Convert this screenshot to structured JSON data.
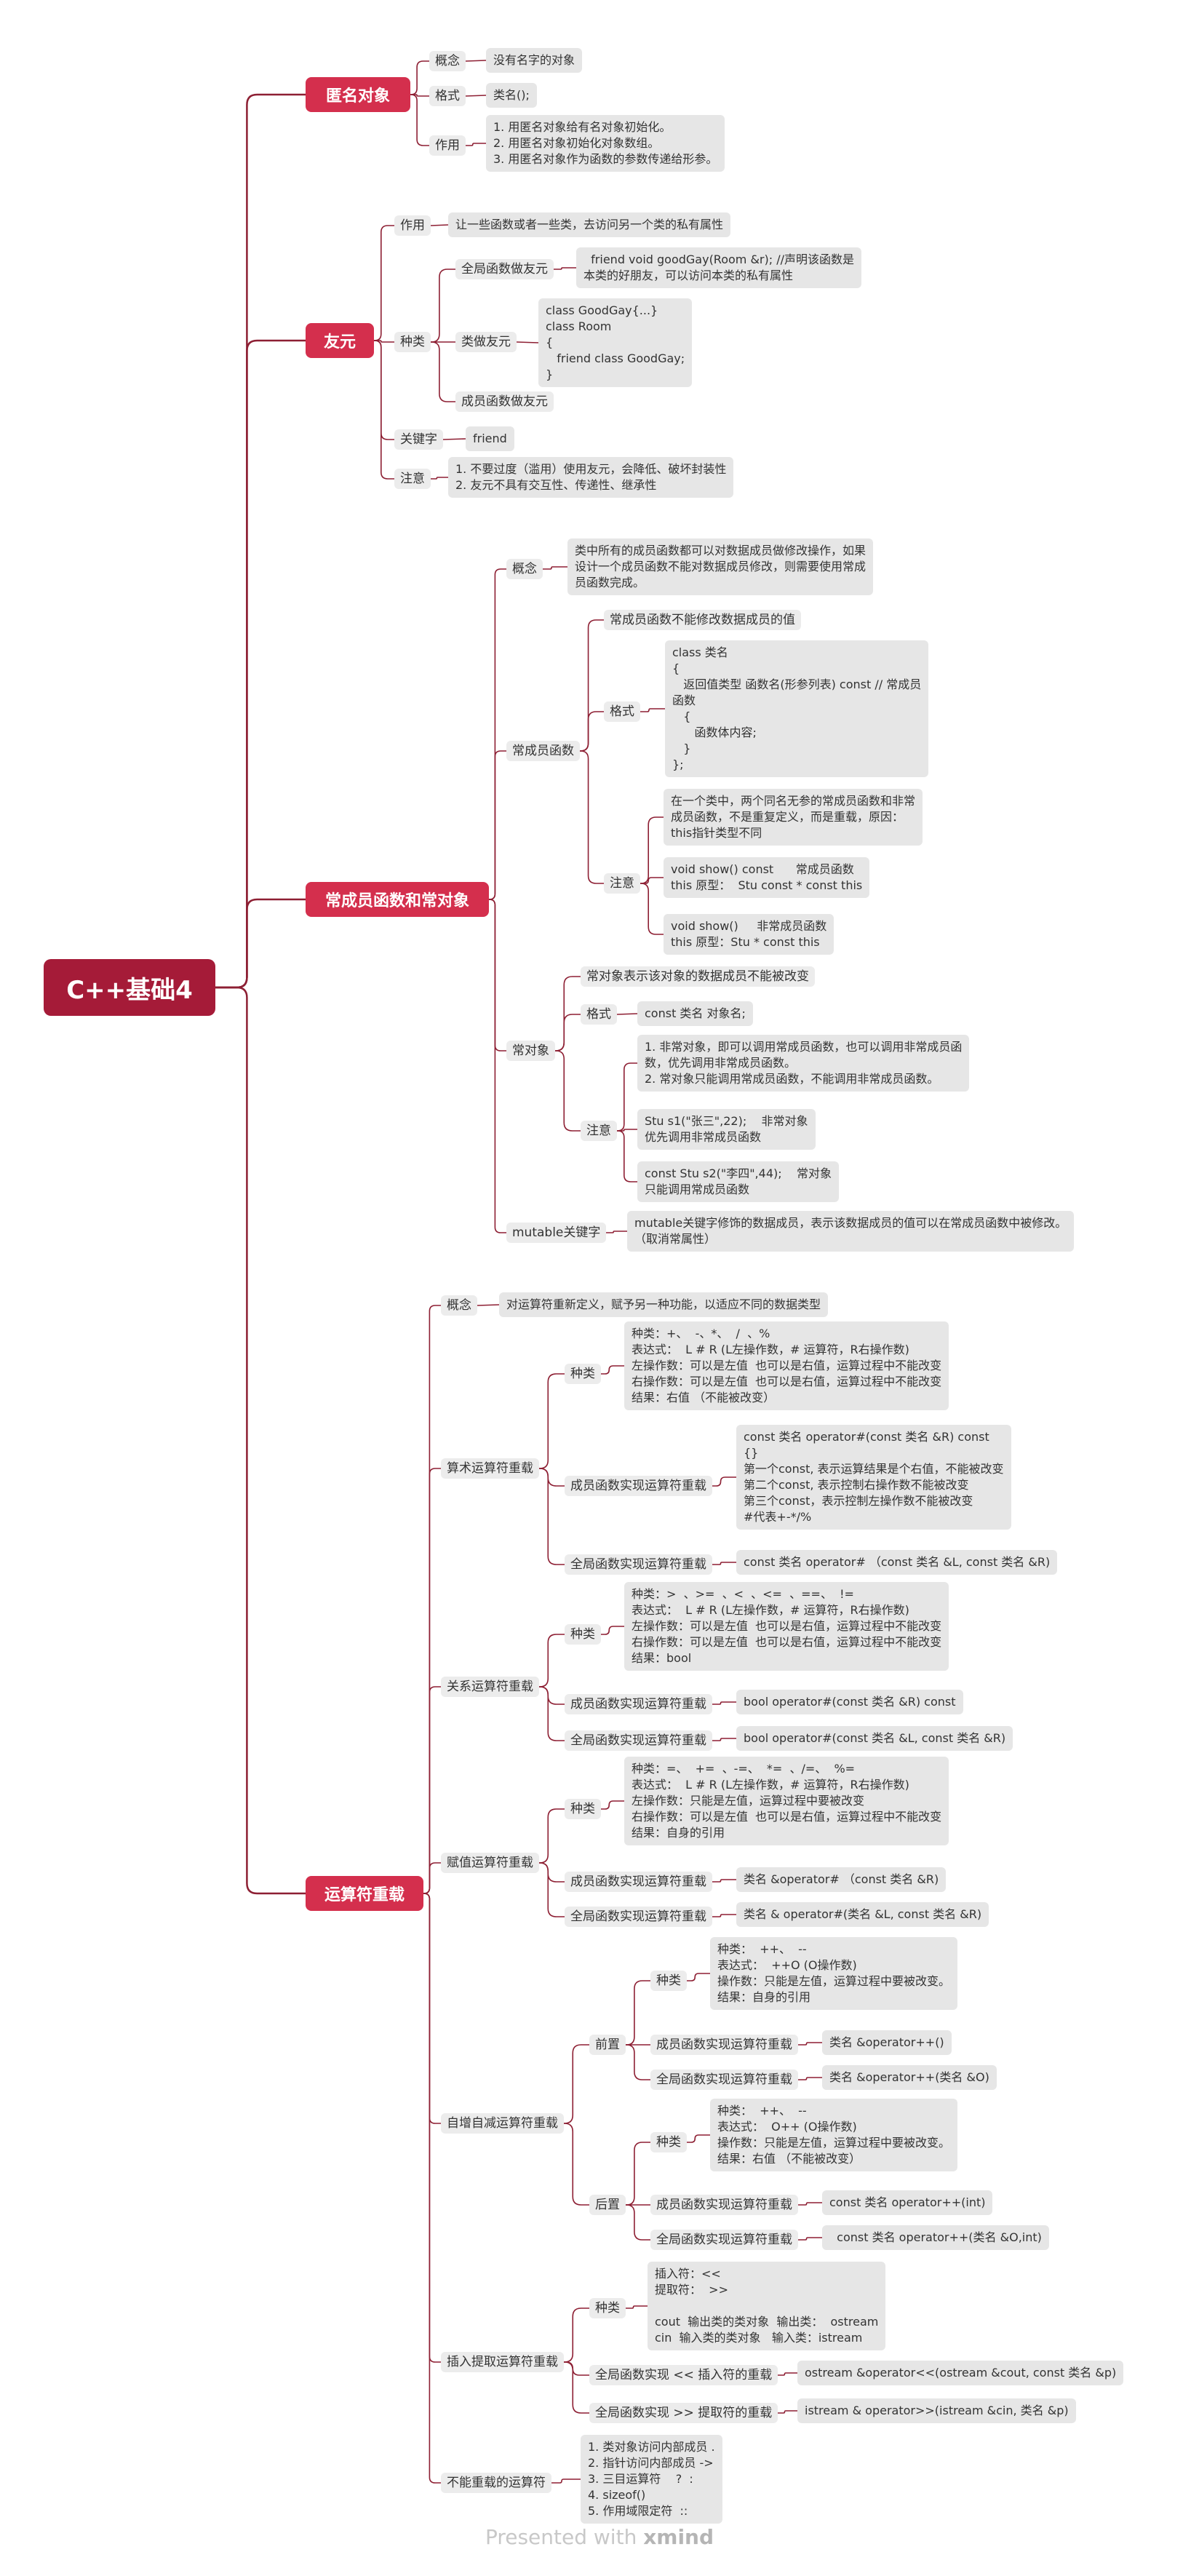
{
  "colors": {
    "link": "#8d1f33",
    "root": "#a51b38",
    "main": "#d42f4d",
    "node": "#ececec"
  },
  "root": "C++基础4",
  "watermark": {
    "prefix": "Presented with",
    "brand": "xmind"
  },
  "nodes": {
    "m1": "匿名对象",
    "m1_c1": "概念",
    "m1_c1_l": "没有名字的对象",
    "m1_c2": "格式",
    "m1_c2_l": "类名();",
    "m1_c3": "作用",
    "m1_c3_l": "1. 用匿名对象给有名对象初始化。\n2. 用匿名对象初始化对象数组。\n3. 用匿名对象作为函数的参数传递给形参。",
    "m2": "友元",
    "m2_c1": "作用",
    "m2_c1_l": "让一些函数或者一些类，去访问另一个类的私有属性",
    "m2_c2": "种类",
    "m2_c2_a": "全局函数做友元",
    "m2_c2_a_l": "  friend void goodGay(Room &r); //声明该函数是\n本类的好朋友，可以访问本类的私有属性",
    "m2_c2_b": "类做友元",
    "m2_c2_b_l": "class GoodGay{...}\nclass Room\n{\n   friend class GoodGay;\n}",
    "m2_c2_c": "成员函数做友元",
    "m2_c3": "关键字",
    "m2_c3_l": "friend",
    "m2_c4": "注意",
    "m2_c4_l": "1. 不要过度（滥用）使用友元，会降低、破坏封装性\n2. 友元不具有交互性、传递性、继承性",
    "m3": "常成员函数和常对象",
    "m3_c1": "概念",
    "m3_c1_l": "类中所有的成员函数都可以对数据成员做修改操作，如果\n设计一个成员函数不能对数据成员修改，则需要使用常成\n员函数完成。",
    "m3_c2": "常成员函数",
    "m3_c2_a": "常成员函数不能修改数据成员的值",
    "m3_c2_b": "格式",
    "m3_c2_b_l": "class 类名\n{\n   返回值类型 函数名(形参列表) const // 常成员\n函数\n   {\n      函数体内容;\n   }\n};",
    "m3_c2_c": "注意",
    "m3_c2_c_1": "在一个类中，两个同名无参的常成员函数和非常\n成员函数，不是重复定义，而是重载，原因：\nthis指针类型不同",
    "m3_c2_c_2": "void show() const      常成员函数\nthis 原型：  Stu const * const this",
    "m3_c2_c_3": "void show()     非常成员函数\nthis 原型：Stu * const this",
    "m3_c3": "常对象",
    "m3_c3_a": "常对象表示该对象的数据成员不能被改变",
    "m3_c3_b": "格式",
    "m3_c3_b_l": "const 类名 对象名;",
    "m3_c3_c": "注意",
    "m3_c3_c_1": "1. 非常对象，即可以调用常成员函数，也可以调用非常成员函\n数，优先调用非常成员函数。\n2. 常对象只能调用常成员函数，不能调用非常成员函数。",
    "m3_c3_c_2": "Stu s1(\"张三\",22);    非常对象\n优先调用非常成员函数",
    "m3_c3_c_3": "const Stu s2(\"李四\",44);    常对象\n只能调用常成员函数",
    "m3_c4": "mutable关键字",
    "m3_c4_l": "mutable关键字修饰的数据成员，表示该数据成员的值可以在常成员函数中被修改。\n（取消常属性）",
    "m4": "运算符重载",
    "m4_c1": "概念",
    "m4_c1_l": "对运算符重新定义，赋予另一种功能，以适应不同的数据类型",
    "m4_c2": "算术运算符重载",
    "m4_c2_a": "种类",
    "m4_c2_a_l": "种类：+、  -、*、  /  、%\n表达式：  L # R (L左操作数，# 运算符，R右操作数)\n左操作数：可以是左值  也可以是右值，运算过程中不能改变\n右操作数：可以是左值  也可以是右值，运算过程中不能改变\n结果：右值 （不能被改变）",
    "m4_c2_b": "成员函数实现运算符重载",
    "m4_c2_b_l": "const 类名 operator#(const 类名 &R) const\n{}\n第一个const, 表示运算结果是个右值，不能被改变\n第二个const, 表示控制右操作数不能被改变\n第三个const，表示控制左操作数不能被改变\n#代表+-*/%",
    "m4_c2_c": "全局函数实现运算符重载",
    "m4_c2_c_l": "const 类名 operator# （const 类名 &L, const 类名 &R)",
    "m4_c3": "关系运算符重载",
    "m4_c3_a": "种类",
    "m4_c3_a_l": "种类：>  、>=  、<  、<=  、==、  !=\n表达式：  L # R (L左操作数，# 运算符，R右操作数)\n左操作数：可以是左值  也可以是右值，运算过程中不能改变\n右操作数：可以是左值  也可以是右值，运算过程中不能改变\n结果：bool",
    "m4_c3_b": "成员函数实现运算符重载",
    "m4_c3_b_l": "bool operator#(const 类名 &R) const",
    "m4_c3_c": "全局函数实现运算符重载",
    "m4_c3_c_l": "bool operator#(const 类名 &L, const 类名 &R)",
    "m4_c4": "赋值运算符重载",
    "m4_c4_a": "种类",
    "m4_c4_a_l": "种类：=、  +=  、-=、  *=  、/=、  %=\n表达式：  L # R (L左操作数，# 运算符，R右操作数)\n左操作数：只能是左值，运算过程中要被改变\n右操作数：可以是左值  也可以是右值，运算过程中不能改变\n结果：自身的引用",
    "m4_c4_b": "成员函数实现运算符重载",
    "m4_c4_b_l": "类名 &operator# （const 类名 &R)",
    "m4_c4_c": "全局函数实现运算符重载",
    "m4_c4_c_l": "类名 & operator#(类名 &L, const 类名 &R)",
    "m4_c5": "自增自减运算符重载",
    "m4_c5_p": "前置",
    "m4_c5_p_a": "种类",
    "m4_c5_p_a_l": "种类：  ++、  --\n表达式：  ++O (O操作数)\n操作数：只能是左值，运算过程中要被改变。\n结果：自身的引用",
    "m4_c5_p_b": "成员函数实现运算符重载",
    "m4_c5_p_b_l": "类名 &operator++()",
    "m4_c5_p_c": "全局函数实现运算符重载",
    "m4_c5_p_c_l": "类名 &operator++(类名 &O)",
    "m4_c5_q": "后置",
    "m4_c5_q_a": "种类",
    "m4_c5_q_a_l": "种类：  ++、  --\n表达式：  O++ (O操作数)\n操作数：只能是左值，运算过程中要被改变。\n结果：右值 （不能被改变）",
    "m4_c5_q_b": "成员函数实现运算符重载",
    "m4_c5_q_b_l": "const 类名 operator++(int)",
    "m4_c5_q_c": "全局函数实现运算符重载",
    "m4_c5_q_c_l": "  const 类名 operator++(类名 &O,int)",
    "m4_c6": "插入提取运算符重载",
    "m4_c6_a": "种类",
    "m4_c6_a_l": "插入符：<<\n提取符：  >>\n\ncout  输出类的类对象  输出类：  ostream\ncin  输入类的类对象   输入类：istream",
    "m4_c6_b": "全局函数实现 << 插入符的重载",
    "m4_c6_b_l": "ostream &operator<<(ostream &cout, const 类名 &p)",
    "m4_c6_c": "全局函数实现 >> 提取符的重载",
    "m4_c6_c_l": "istream & operator>>(istream &cin, 类名 &p)",
    "m4_c7": "不能重载的运算符",
    "m4_c7_l": "1. 类对象访问内部成员 .\n2. 指针访问内部成员 ->\n3. 三目运算符    ?  :\n4. sizeof()\n5. 作用域限定符  ::"
  }
}
